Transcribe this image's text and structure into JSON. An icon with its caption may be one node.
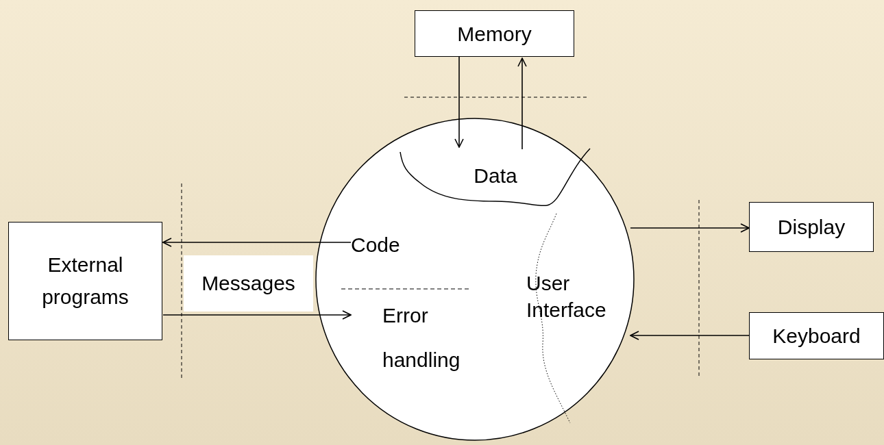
{
  "diagram": {
    "nodes": [
      {
        "text": [
          "Memory"
        ]
      },
      {
        "text": [],
        "shape": "circle"
      },
      {
        "text": [
          "Data"
        ],
        "in": 1
      },
      {
        "text": [
          "External programs"
        ]
      },
      {
        "text": [
          "Code"
        ],
        "in": 1
      },
      {
        "text": [
          "Messages"
        ]
      },
      {
        "text": [
          "Error handling"
        ],
        "in": 1
      },
      {
        "text": [
          "User Interface"
        ],
        "in": 1
      },
      {
        "text": [
          "Display"
        ]
      },
      {
        "text": [
          "Keyboard"
        ]
      }
    ],
    "edges": [
      {
        "from": 0,
        "to": 2,
        "arrow": "to"
      },
      {
        "from": 2,
        "to": 0,
        "arrow": "to"
      },
      {
        "from": 4,
        "to": 3,
        "arrow": "to"
      },
      {
        "from": 3,
        "to": 6,
        "arrow": "to"
      },
      {
        "from": 7,
        "to": 8,
        "arrow": "to"
      },
      {
        "from": 9,
        "to": 7,
        "arrow": "to"
      }
    ]
  }
}
